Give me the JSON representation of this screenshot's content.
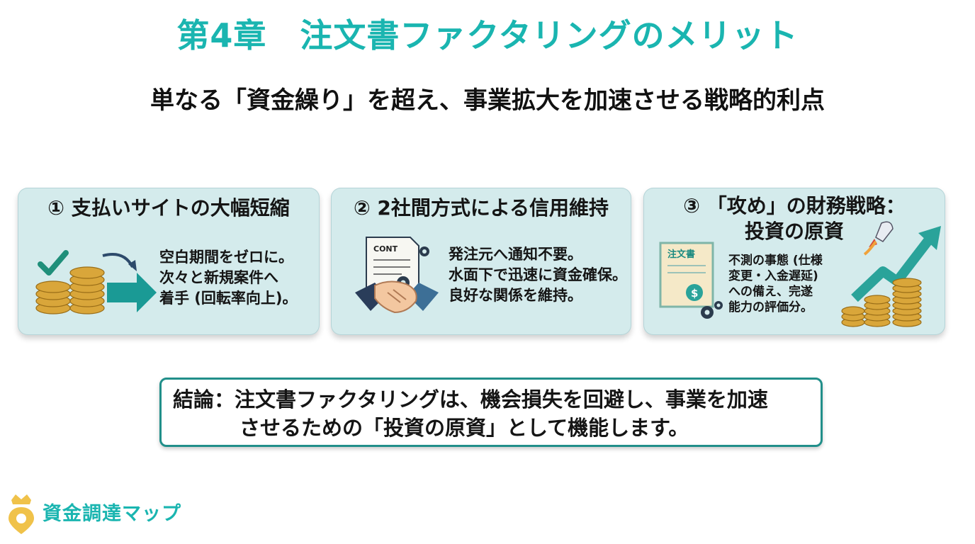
{
  "title": "第4章　注文書ファクタリングのメリット",
  "subtitle": "単なる「資金繰り」を超え、事業拡大を加速させる戦略的利点",
  "cards": [
    {
      "heading": "① 支払いサイトの大幅短縮",
      "body": "空白期間をゼロに。\n次々と新規案件へ\n着手 (回転率向上)。"
    },
    {
      "heading": "② 2社間方式による信用維持",
      "body": "発注元へ通知不要。\n水面下で迅速に資金確保。\n良好な関係を維持。",
      "doc_label": "CONT"
    },
    {
      "heading": "③ 「攻め」の財務戦略：\n投資の原資",
      "body": "不測の事態 (仕様\n変更・入金遅延)\nへの備え、完遂\n能力の評価分。",
      "doc_label": "注文書"
    }
  ],
  "conclusion": {
    "line1": "結論：注文書ファクタリングは、機会損失を回避し、事業を加速",
    "line2": "させるための「投資の原資」として機能します。"
  },
  "brand": {
    "name": "資金調達マップ"
  },
  "colors": {
    "accent": "#1ab5b0",
    "card_bg": "#d4ebec",
    "conclusion_border": "#218f8a",
    "coin": "#d9a63a"
  },
  "icons": [
    "checkmark-icon",
    "coin-stack-icon",
    "arrow-right-icon",
    "curved-arrow-icon",
    "contract-document-icon",
    "gear-icon",
    "handshake-icon",
    "order-document-icon",
    "rocket-icon",
    "growth-arrow-icon",
    "map-pin-crown-icon"
  ]
}
